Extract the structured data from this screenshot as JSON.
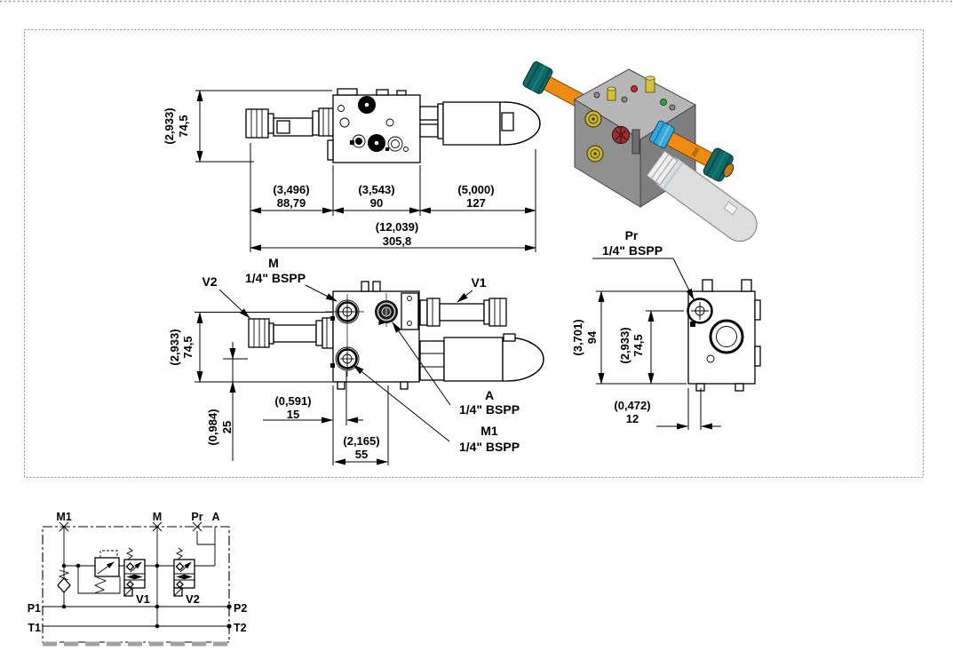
{
  "front_view": {
    "height": {
      "inch": "(2,933)",
      "mm": "74,5"
    },
    "seg1": {
      "inch": "(3,496)",
      "mm": "88,79"
    },
    "seg2": {
      "inch": "(3,543)",
      "mm": "90"
    },
    "seg3": {
      "inch": "(5,000)",
      "mm": "127"
    },
    "total": {
      "inch": "(12,039)",
      "mm": "305,8"
    }
  },
  "plan_view": {
    "m": {
      "name": "M",
      "thread": "1/4\" BSPP"
    },
    "v2": "V2",
    "v1": "V1",
    "a": {
      "name": "A",
      "thread": "1/4\" BSPP"
    },
    "m1": {
      "name": "M1",
      "thread": "1/4\" BSPP"
    },
    "height": {
      "inch": "(2,933)",
      "mm": "74,5"
    },
    "m1_offset": {
      "inch": "(0,984)",
      "mm": "25"
    },
    "port_inset": {
      "inch": "(0,591)",
      "mm": "15"
    },
    "a_offset": {
      "inch": "(2,165)",
      "mm": "55"
    }
  },
  "side_view": {
    "pr": {
      "name": "Pr",
      "thread": "1/4\" BSPP"
    },
    "height": {
      "inch": "(3,701)",
      "mm": "94"
    },
    "pr_height": {
      "inch": "(2,933)",
      "mm": "74,5"
    },
    "pr_inset": {
      "inch": "(0,472)",
      "mm": "12"
    }
  },
  "schematic": {
    "m1": "M1",
    "m": "M",
    "pr": "Pr",
    "a": "A",
    "p1": "P1",
    "p2": "P2",
    "t1": "T1",
    "t2": "T2",
    "v1": "V1",
    "v2": "V2"
  },
  "colors": {
    "rod_orange": "#ef8b13",
    "knob_teal": "#0e6b68",
    "fitting_blue": "#3aa8dc",
    "plug_yellow": "#c9b637",
    "block_gray_top": "#b6b6b6",
    "block_gray_left": "#909090",
    "block_gray_right": "#7e7e7e",
    "accumulator_silver": "#dedede",
    "indicator_red": "#c03030",
    "indicator_green": "#2f9f3f"
  }
}
